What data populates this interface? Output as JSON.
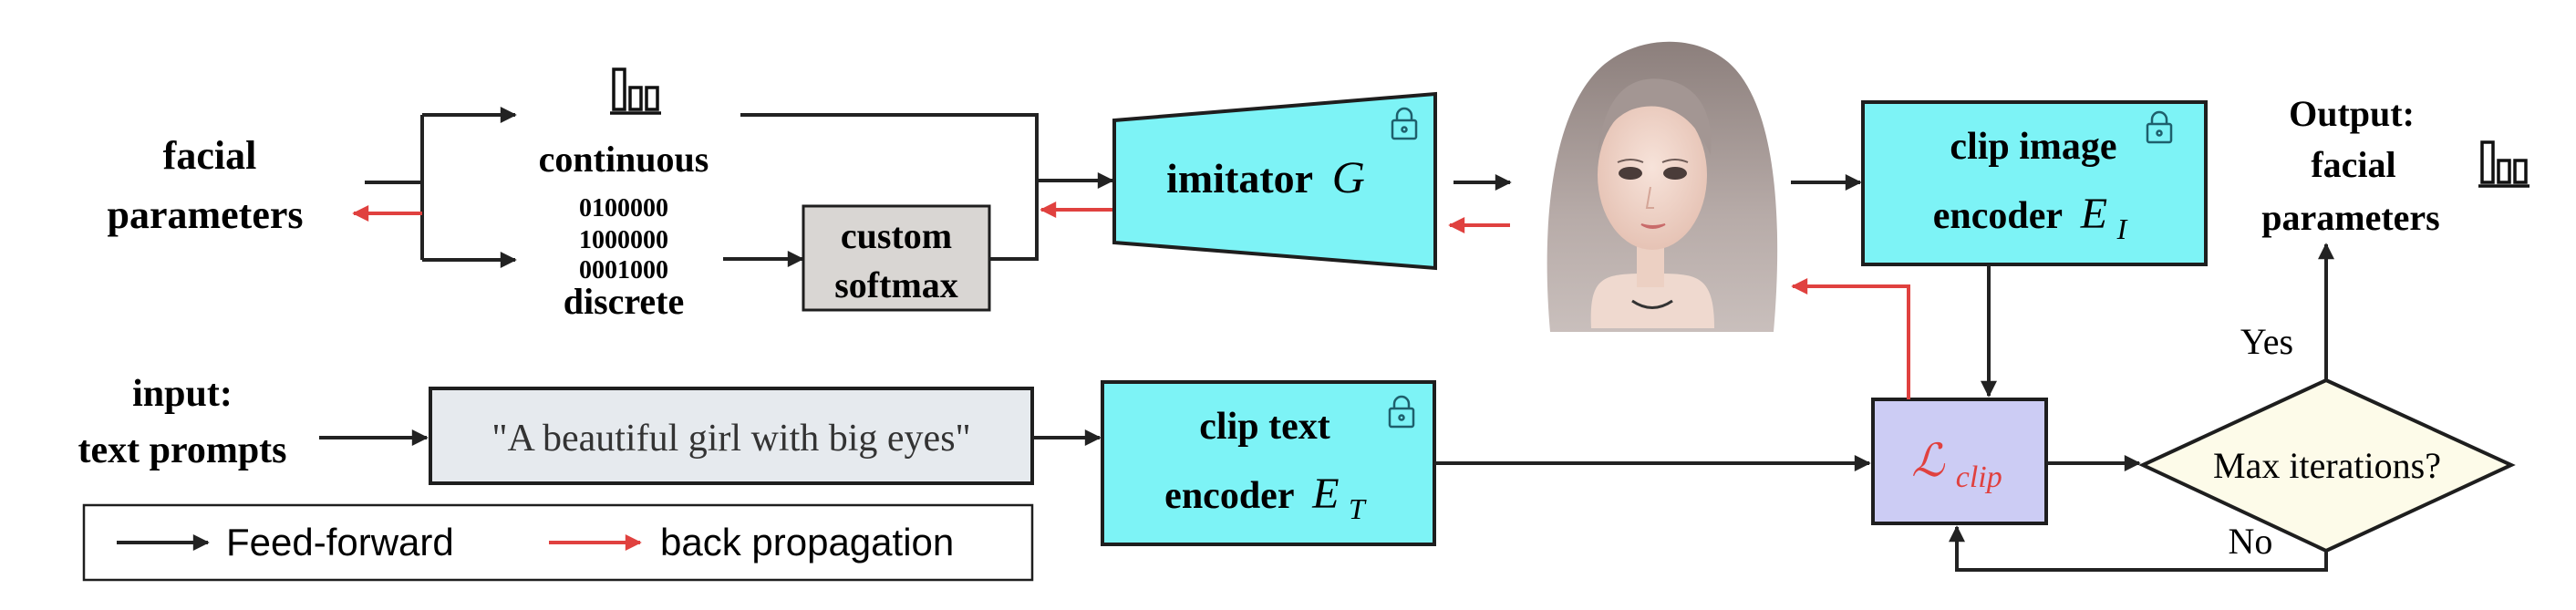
{
  "colors": {
    "feed_forward": "#222222",
    "back_propagation": "#e0413f",
    "cyan_box": "#7df3f6",
    "gray_box": "#d9d6d3",
    "prompt_box": "#e6eaee",
    "loss_box": "#ccccf4",
    "decision_fill": "#fdfbe9",
    "stroke": "#1e1e1e",
    "loss_text": "#e0413f"
  },
  "icons": {
    "param_bars": "bar-chart-icon",
    "lock": "lock-icon",
    "face": "face-render-image"
  },
  "facial_params": {
    "line1": "facial",
    "line2": "parameters"
  },
  "continuous": {
    "label": "continuous"
  },
  "discrete": {
    "codes": [
      "0100000",
      "1000000",
      "0001000"
    ],
    "label": "discrete"
  },
  "softmax": {
    "line1": "custom",
    "line2": "softmax"
  },
  "imitator": {
    "label": "imitator",
    "symbol": "G"
  },
  "clip_image": {
    "line1": "clip image",
    "line2_prefix": "encoder",
    "symbol": "E",
    "subscript": "I"
  },
  "output": {
    "line1": "Output:",
    "line2": "facial",
    "line3": "parameters"
  },
  "input": {
    "line1": "input:",
    "line2": "text prompts"
  },
  "prompt": {
    "text": "\"A beautiful girl with big eyes\""
  },
  "clip_text": {
    "line1": "clip text",
    "line2_prefix": "encoder",
    "symbol": "E",
    "subscript": "T"
  },
  "loss": {
    "symbol": "ℒ",
    "subscript": "clip"
  },
  "decision": {
    "label": "Max iterations?",
    "yes": "Yes",
    "no": "No"
  },
  "legend": {
    "feed_forward": "Feed-forward",
    "back_propagation": "back propagation"
  }
}
